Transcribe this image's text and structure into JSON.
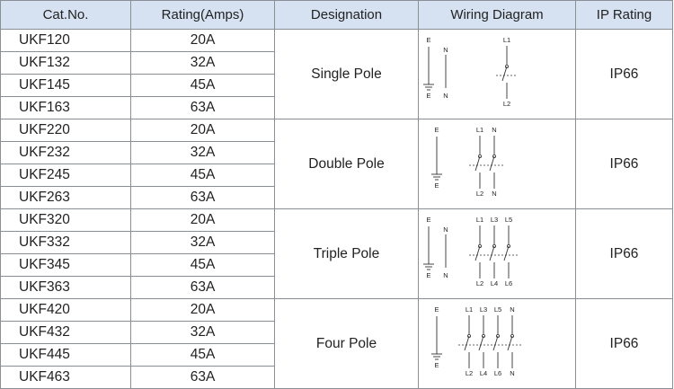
{
  "headers": {
    "cat_no": "Cat.No.",
    "rating": "Rating(Amps)",
    "designation": "Designation",
    "wiring": "Wiring Diagram",
    "ip": "IP Rating"
  },
  "groups": [
    {
      "designation": "Single Pole",
      "ip": "IP66",
      "rows": [
        {
          "cat": "UKF120",
          "rating": "20A"
        },
        {
          "cat": "UKF132",
          "rating": "32A"
        },
        {
          "cat": "UKF145",
          "rating": "45A"
        },
        {
          "cat": "UKF163",
          "rating": "63A"
        }
      ],
      "wiring": {
        "earth_top": "E",
        "earth_bottom": "E",
        "neutral_top": "N",
        "neutral_bottom": "N",
        "poles_top": [
          "L1"
        ],
        "poles_bottom": [
          "L2"
        ]
      }
    },
    {
      "designation": "Double Pole",
      "ip": "IP66",
      "rows": [
        {
          "cat": "UKF220",
          "rating": "20A"
        },
        {
          "cat": "UKF232",
          "rating": "32A"
        },
        {
          "cat": "UKF245",
          "rating": "45A"
        },
        {
          "cat": "UKF263",
          "rating": "63A"
        }
      ],
      "wiring": {
        "earth_top": "E",
        "earth_bottom": "E",
        "poles_top": [
          "L1",
          "N"
        ],
        "poles_bottom": [
          "L2",
          "N"
        ]
      }
    },
    {
      "designation": "Triple Pole",
      "ip": "IP66",
      "rows": [
        {
          "cat": "UKF320",
          "rating": "20A"
        },
        {
          "cat": "UKF332",
          "rating": "32A"
        },
        {
          "cat": "UKF345",
          "rating": "45A"
        },
        {
          "cat": "UKF363",
          "rating": "63A"
        }
      ],
      "wiring": {
        "earth_top": "E",
        "earth_bottom": "E",
        "neutral_top": "N",
        "neutral_bottom": "N",
        "poles_top": [
          "L1",
          "L3",
          "L5"
        ],
        "poles_bottom": [
          "L2",
          "L4",
          "L6"
        ]
      }
    },
    {
      "designation": "Four Pole",
      "ip": "IP66",
      "rows": [
        {
          "cat": "UKF420",
          "rating": "20A"
        },
        {
          "cat": "UKF432",
          "rating": "32A"
        },
        {
          "cat": "UKF445",
          "rating": "45A"
        },
        {
          "cat": "UKF463",
          "rating": "63A"
        }
      ],
      "wiring": {
        "earth_top": "E",
        "earth_bottom": "E",
        "poles_top": [
          "L1",
          "L3",
          "L5",
          "N"
        ],
        "poles_bottom": [
          "L2",
          "L4",
          "L6",
          "N"
        ]
      }
    }
  ]
}
